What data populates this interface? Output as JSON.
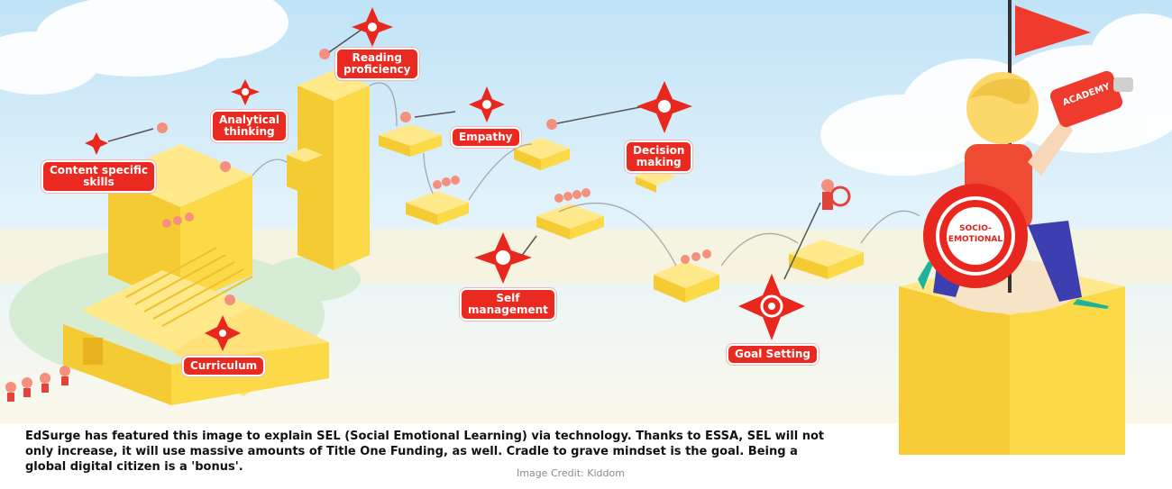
{
  "illustration": {
    "labels": {
      "content_skills": "Content specific\nskills",
      "analytical": "Analytical\nthinking",
      "reading": "Reading\nproficiency",
      "empathy": "Empathy",
      "decision": "Decision\nmaking",
      "self_management": "Self\nmanagement",
      "goal_setting": "Goal Setting",
      "curriculum": "Curriculum"
    },
    "badge_text": "SOCIO-\nEMOTIONAL",
    "banner_text": "ACADEMY",
    "icons": [
      "star-burst-icon",
      "flag-icon",
      "target-icon"
    ]
  },
  "caption": {
    "text": "EdSurge has featured this image to explain SEL (Social Emotional Learning) via technology. Thanks to ESSA, SEL will not only increase, it will use massive amounts of Title One Funding, as well. Cradle to grave mindset is the goal. Being a global digital citizen is a 'bonus'.",
    "credit": "Image Credit: Kiddom"
  },
  "colors": {
    "sky": "#cfe9f7",
    "block": "#f9d64a",
    "accent": "#ea2a20",
    "ground": "#d6ecd7"
  }
}
